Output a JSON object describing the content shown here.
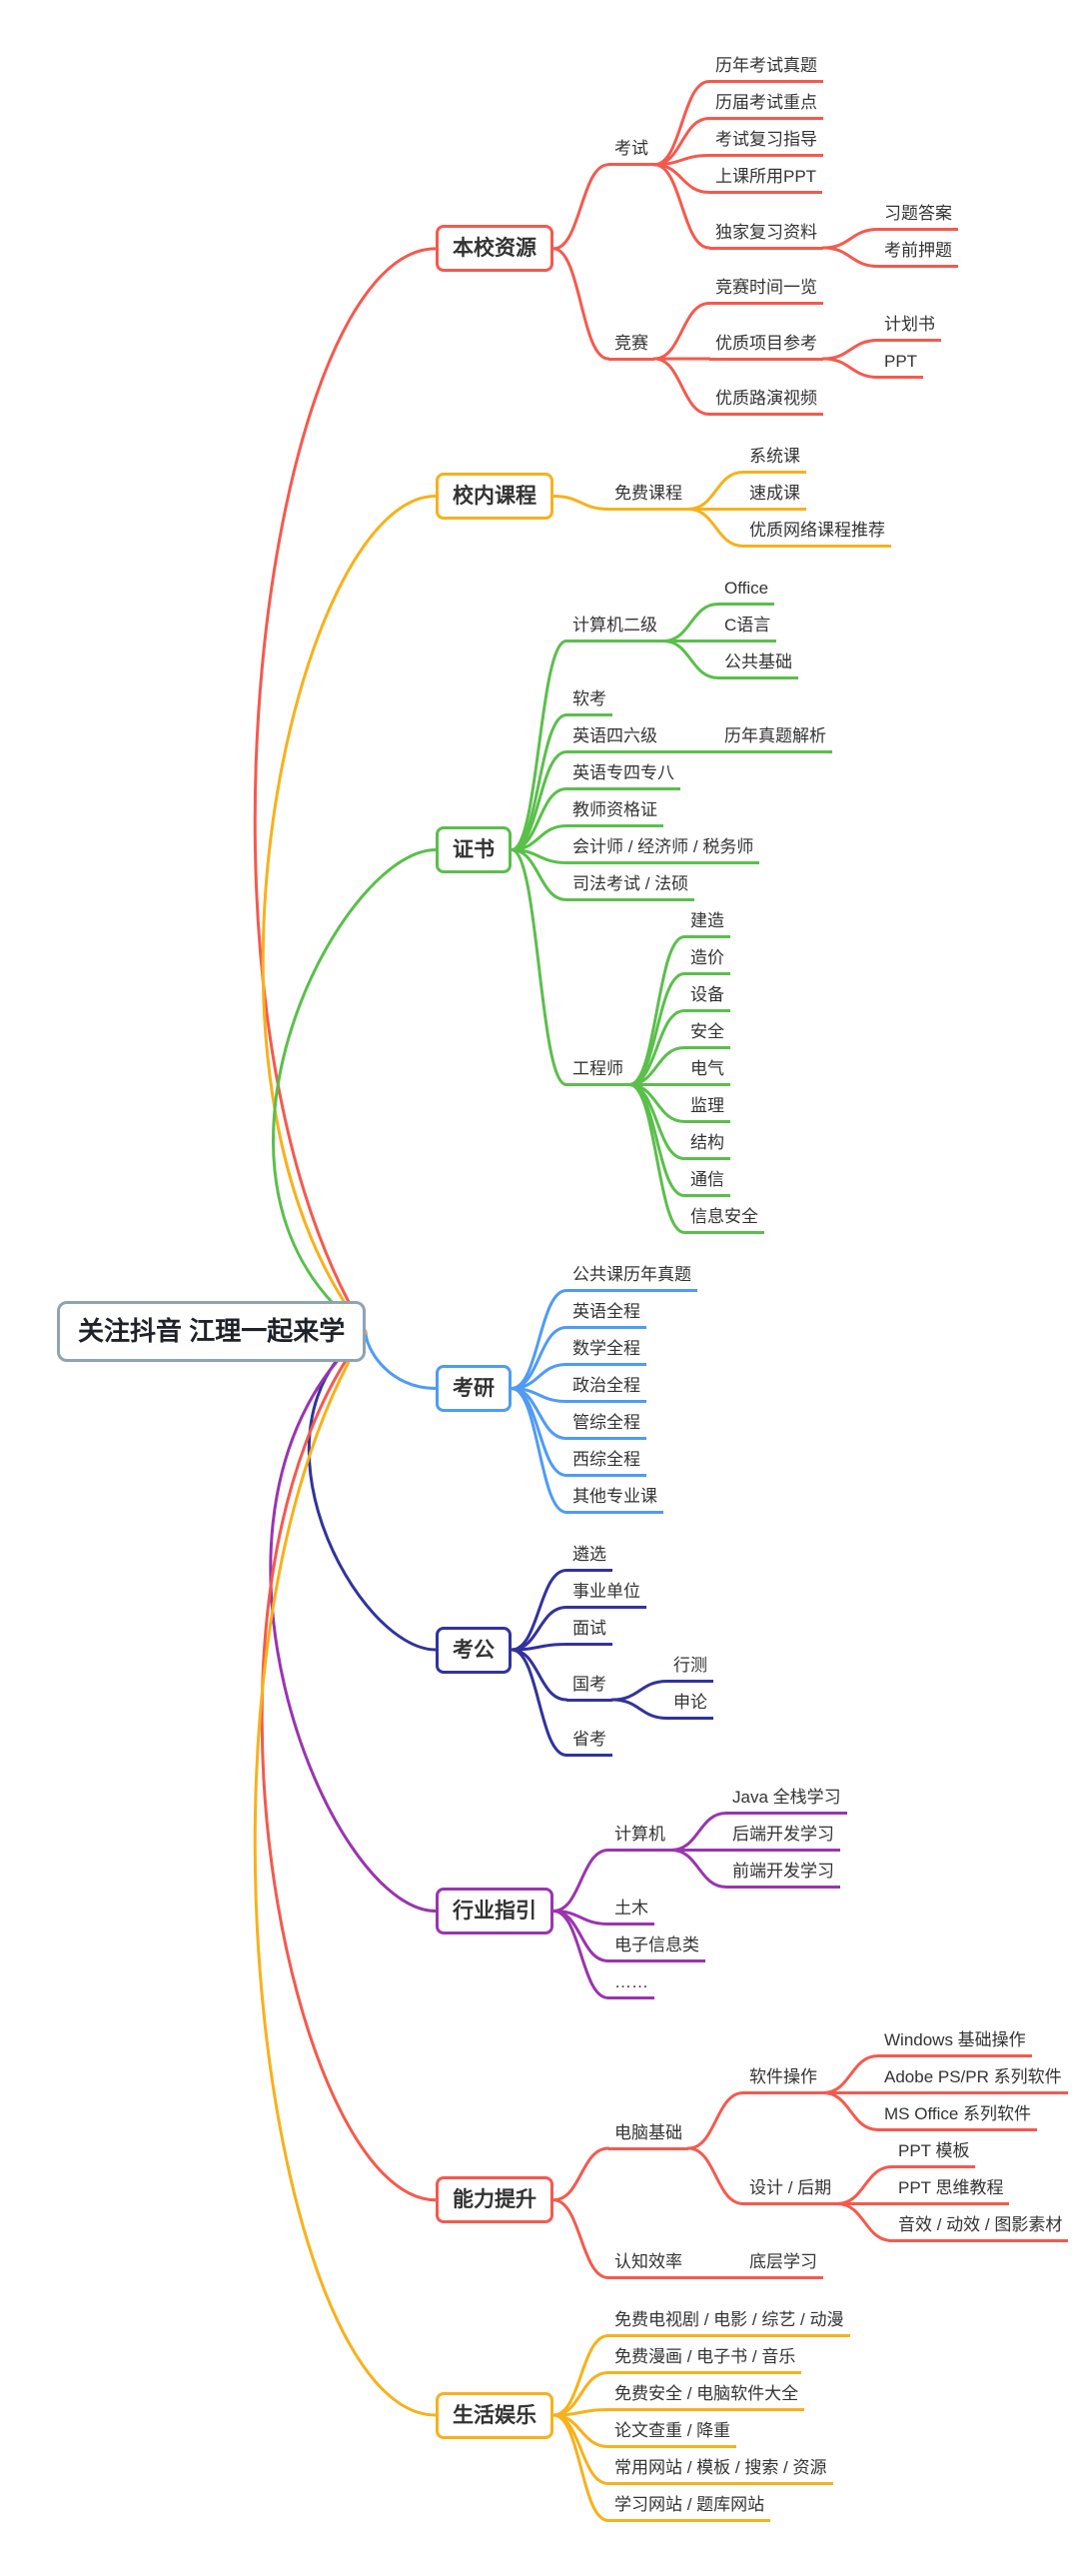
{
  "root": {
    "label": "关注抖音 江理一起来学",
    "color": "#8fa3b3"
  },
  "branches": [
    {
      "label": "本校资源",
      "color": "#f5594e",
      "children": [
        {
          "label": "考试",
          "children": [
            {
              "label": "历年考试真题"
            },
            {
              "label": "历届考试重点"
            },
            {
              "label": "考试复习指导"
            },
            {
              "label": "上课所用PPT"
            },
            {
              "label": "独家复习资料",
              "children": [
                {
                  "label": "习题答案"
                },
                {
                  "label": "考前押题"
                }
              ]
            }
          ]
        },
        {
          "label": "竞赛",
          "children": [
            {
              "label": "竞赛时间一览"
            },
            {
              "label": "优质项目参考",
              "children": [
                {
                  "label": "计划书"
                },
                {
                  "label": "PPT"
                }
              ]
            },
            {
              "label": "优质路演视频"
            }
          ]
        }
      ]
    },
    {
      "label": "校内课程",
      "color": "#f7b11b",
      "children": [
        {
          "label": "免费课程",
          "children": [
            {
              "label": "系统课"
            },
            {
              "label": "速成课"
            },
            {
              "label": "优质网络课程推荐"
            }
          ]
        }
      ]
    },
    {
      "label": "证书",
      "color": "#5abf4b",
      "children": [
        {
          "label": "计算机二级",
          "children": [
            {
              "label": "Office"
            },
            {
              "label": "C语言"
            },
            {
              "label": "公共基础"
            }
          ]
        },
        {
          "label": "软考"
        },
        {
          "label": "英语四六级",
          "children": [
            {
              "label": "历年真题解析"
            }
          ]
        },
        {
          "label": "英语专四专八"
        },
        {
          "label": "教师资格证"
        },
        {
          "label": "会计师 / 经济师 / 税务师"
        },
        {
          "label": "司法考试 / 法硕"
        },
        {
          "label": "工程师",
          "children": [
            {
              "label": "建造"
            },
            {
              "label": "造价"
            },
            {
              "label": "设备"
            },
            {
              "label": "安全"
            },
            {
              "label": "电气"
            },
            {
              "label": "监理"
            },
            {
              "label": "结构"
            },
            {
              "label": "通信"
            },
            {
              "label": "信息安全"
            }
          ]
        }
      ]
    },
    {
      "label": "考研",
      "color": "#4f9bf5",
      "children": [
        {
          "label": "公共课历年真题"
        },
        {
          "label": "英语全程"
        },
        {
          "label": "数学全程"
        },
        {
          "label": "政治全程"
        },
        {
          "label": "管综全程"
        },
        {
          "label": "西综全程"
        },
        {
          "label": "其他专业课"
        }
      ]
    },
    {
      "label": "考公",
      "color": "#32329d",
      "children": [
        {
          "label": "遴选"
        },
        {
          "label": "事业单位"
        },
        {
          "label": "面试"
        },
        {
          "label": "国考",
          "children": [
            {
              "label": "行测"
            },
            {
              "label": "申论"
            }
          ]
        },
        {
          "label": "省考"
        }
      ]
    },
    {
      "label": "行业指引",
      "color": "#9a34af",
      "children": [
        {
          "label": "计算机",
          "children": [
            {
              "label": "Java 全栈学习"
            },
            {
              "label": "后端开发学习"
            },
            {
              "label": "前端开发学习"
            }
          ]
        },
        {
          "label": "土木"
        },
        {
          "label": "电子信息类"
        },
        {
          "label": "……"
        }
      ]
    },
    {
      "label": "能力提升",
      "color": "#f5594e",
      "children": [
        {
          "label": "电脑基础",
          "children": [
            {
              "label": "软件操作",
              "children": [
                {
                  "label": "Windows 基础操作"
                },
                {
                  "label": "Adobe PS/PR 系列软件"
                },
                {
                  "label": "MS Office 系列软件"
                }
              ]
            },
            {
              "label": "设计 / 后期",
              "children": [
                {
                  "label": "PPT 模板"
                },
                {
                  "label": "PPT 思维教程"
                },
                {
                  "label": "音效 / 动效 / 图影素材"
                }
              ]
            }
          ]
        },
        {
          "label": "认知效率",
          "children": [
            {
              "label": "底层学习"
            }
          ]
        }
      ]
    },
    {
      "label": "生活娱乐",
      "color": "#f7b11b",
      "children": [
        {
          "label": "免费电视剧 / 电影 / 综艺 / 动漫"
        },
        {
          "label": "免费漫画 / 电子书 / 音乐"
        },
        {
          "label": "免费安全 / 电脑软件大全"
        },
        {
          "label": "论文查重 / 降重"
        },
        {
          "label": "常用网站 / 模板 / 搜索 / 资源"
        },
        {
          "label": "学习网站 / 题库网站"
        }
      ]
    }
  ]
}
